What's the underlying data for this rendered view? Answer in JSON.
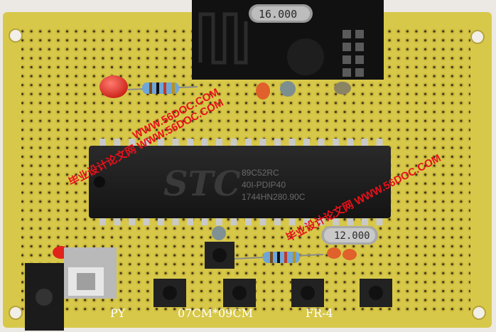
{
  "board": {
    "pcb_color": "#d7c84a",
    "chip": {
      "brand": "STC",
      "line1": "89C52RC",
      "line2": "40I-PDIP40",
      "line3": "1744HN280.90C"
    },
    "crystal_top_label": "16.000",
    "crystal_bottom_label": "12.000",
    "silk_left": "PY",
    "silk_center": "07CM*09CM",
    "silk_right": "FR-4"
  },
  "watermarks": [
    {
      "id": "wm1",
      "text": "WWW.56DOC.COM"
    },
    {
      "id": "wm2",
      "text": "毕业设计论文网 WWW.56DOC.COM"
    },
    {
      "id": "wm3",
      "text": "毕业设计论文网 WWW.56DOC.COM"
    }
  ],
  "colors": {
    "watermark": "#e8111a",
    "chip": "#1a1a1a",
    "led": "#e0241b"
  }
}
